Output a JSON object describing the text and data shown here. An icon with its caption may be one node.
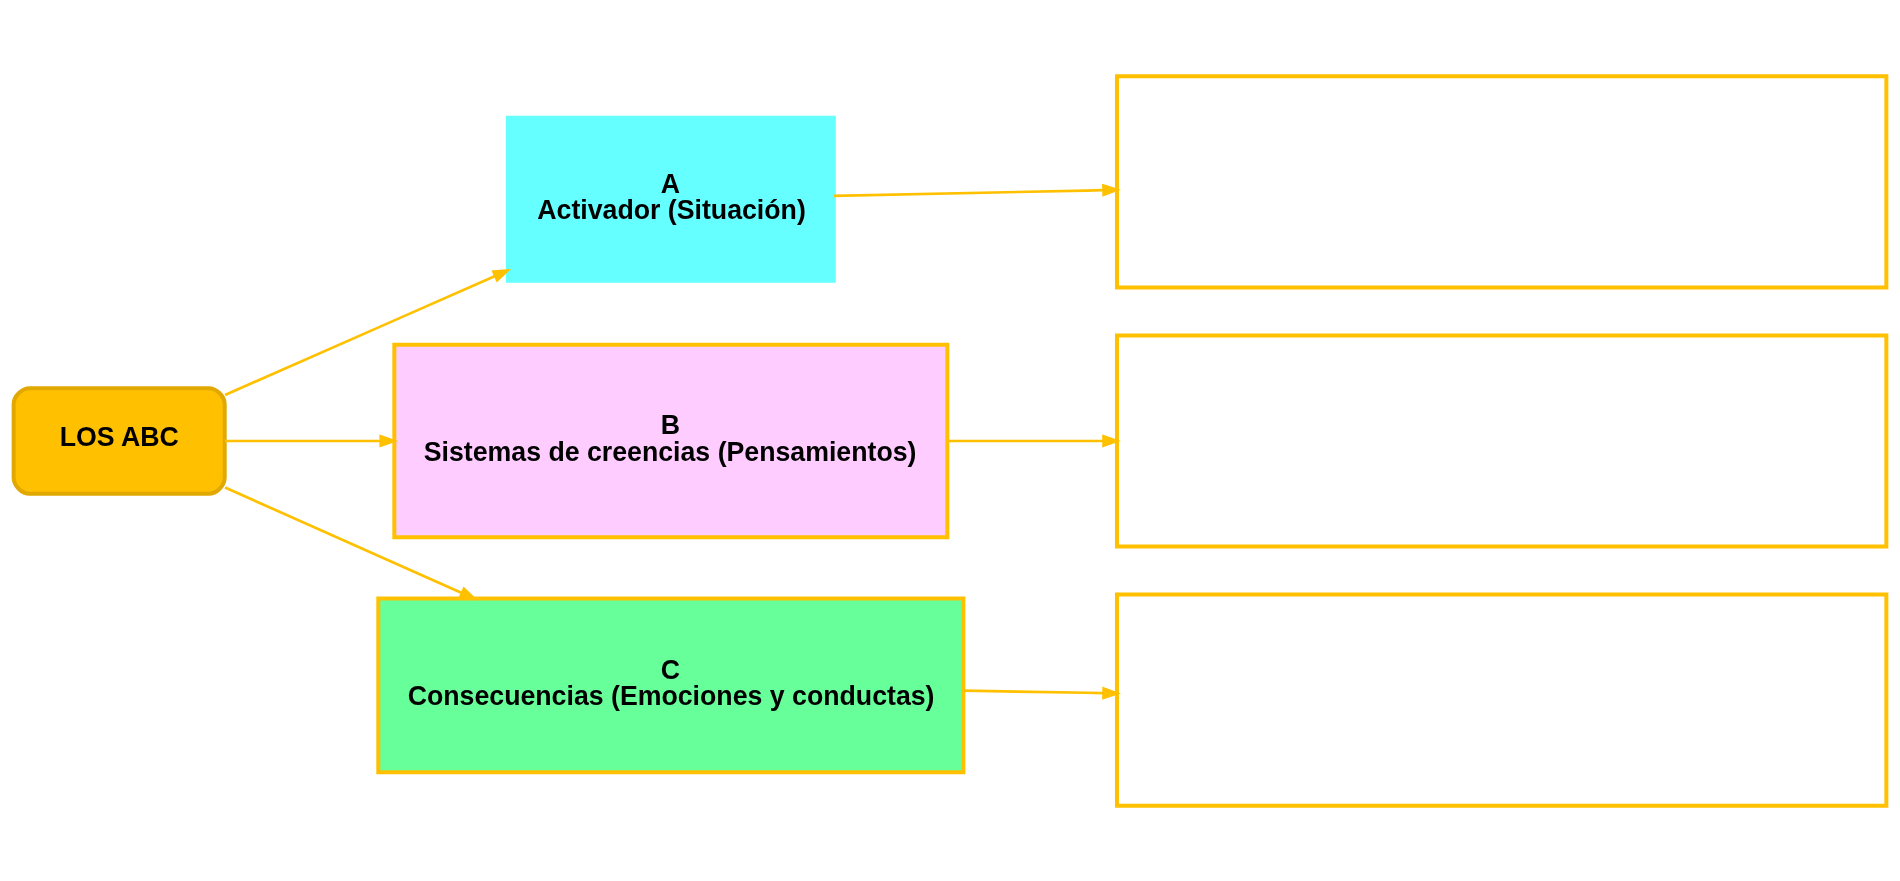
{
  "diagram": {
    "nodes": [
      {
        "text": [
          "LOS ABC"
        ]
      },
      {
        "text": [
          "A",
          "Activador (Situación)"
        ]
      },
      {
        "text": [
          "B",
          "Sistemas de creencias (Pensamientos)"
        ]
      },
      {
        "text": [
          "C",
          "Consecuencias (Emociones y conductas)"
        ]
      },
      {
        "text": [],
        "shape": "box"
      },
      {
        "text": [],
        "shape": "box"
      },
      {
        "text": [],
        "shape": "box"
      }
    ],
    "edges": [
      {
        "from": 0,
        "to": 1,
        "arrow": "to"
      },
      {
        "from": 0,
        "to": 2,
        "arrow": "to"
      },
      {
        "from": 0,
        "to": 3,
        "arrow": "to"
      },
      {
        "from": 1,
        "to": 4,
        "arrow": "to"
      },
      {
        "from": 2,
        "to": 5,
        "arrow": "to"
      },
      {
        "from": 3,
        "to": 6,
        "arrow": "to"
      }
    ]
  }
}
